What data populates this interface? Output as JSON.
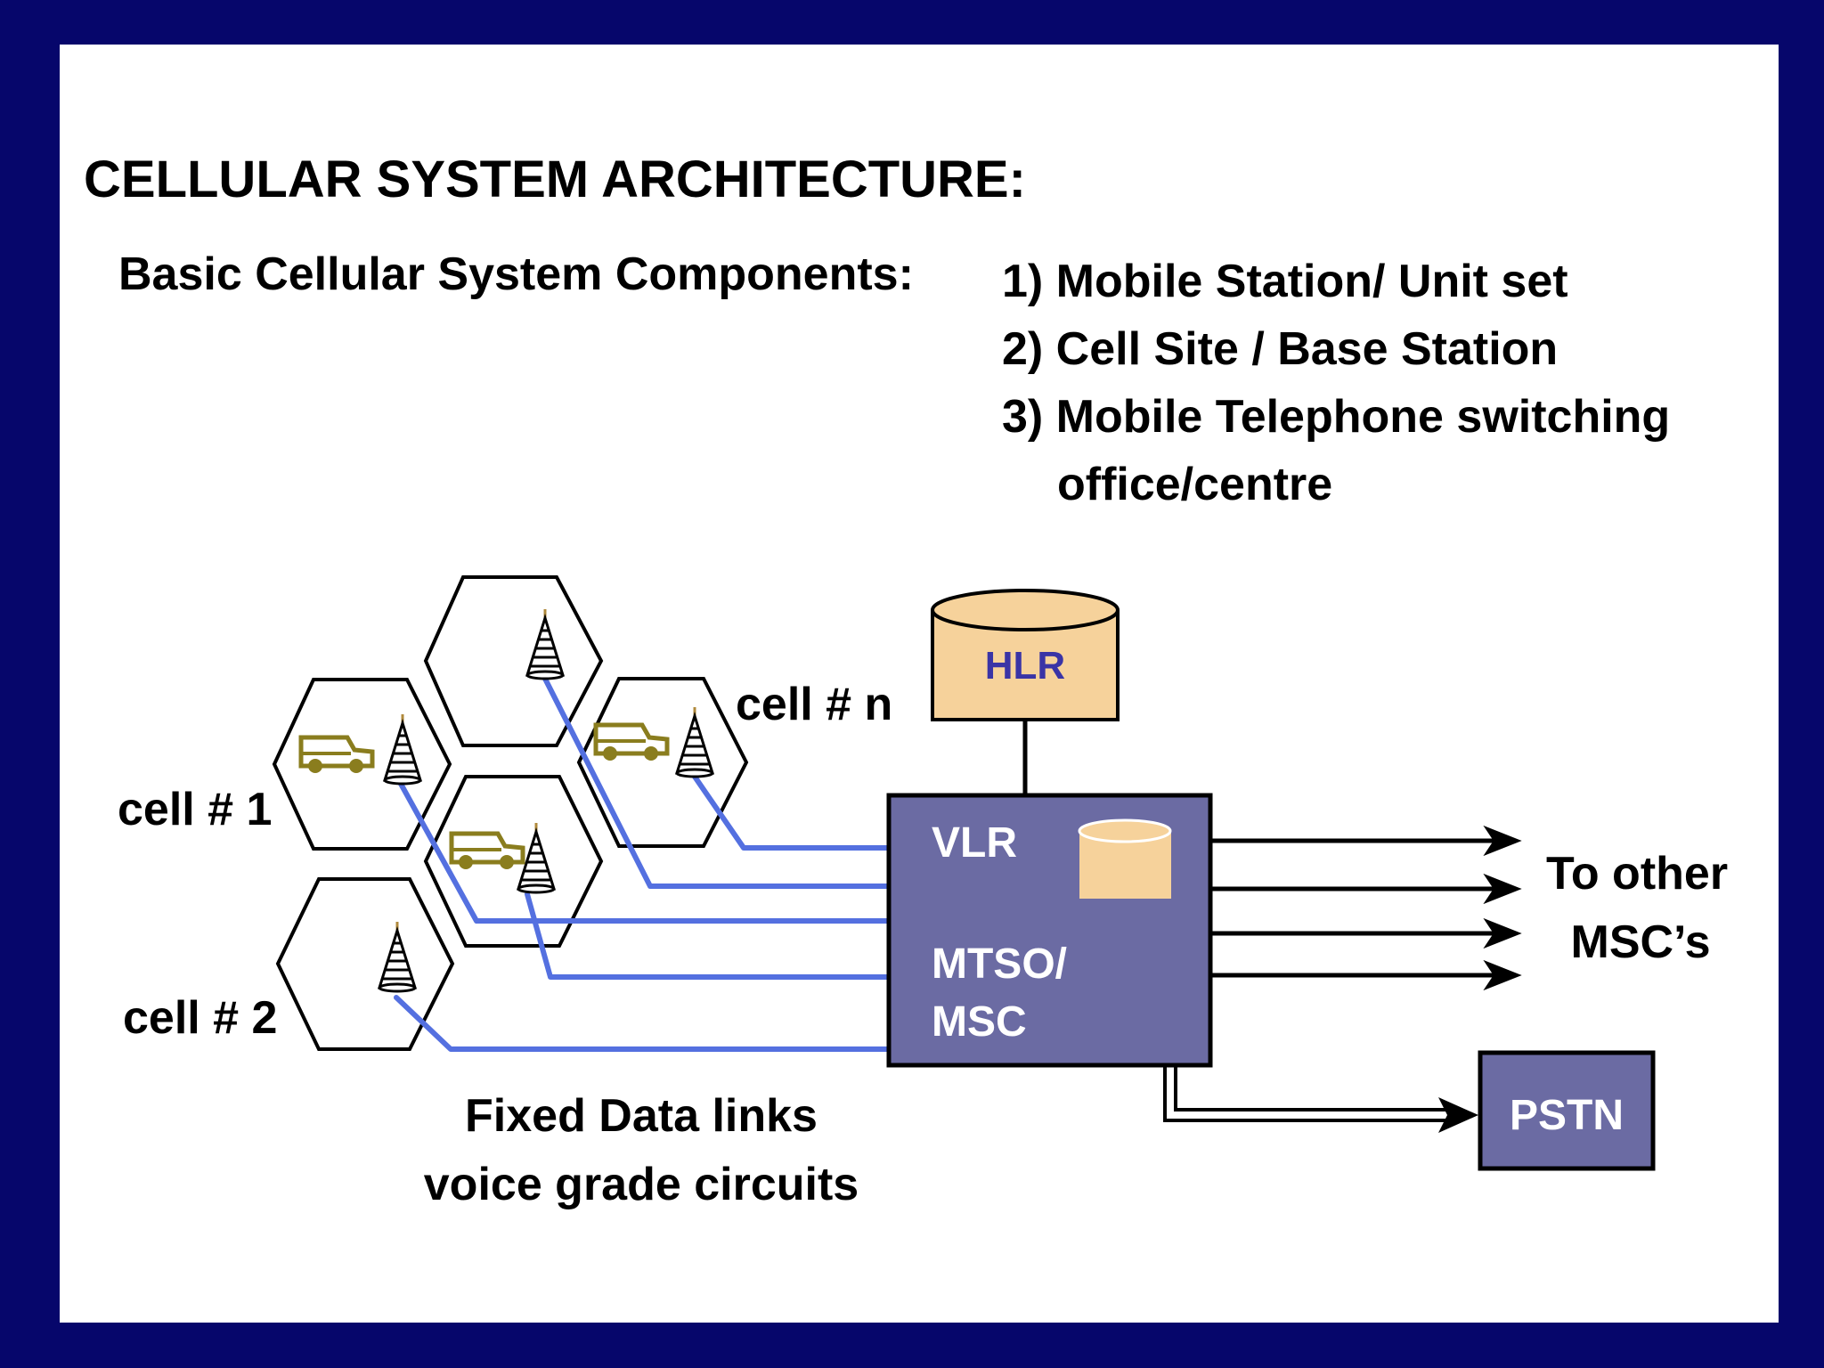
{
  "title": "CELLULAR SYSTEM ARCHITECTURE:",
  "components": {
    "label": "Basic Cellular System Components:",
    "items": [
      {
        "line1": "1) Mobile Station/ Unit set",
        "line2": ""
      },
      {
        "line1": "2) Cell Site / Base Station",
        "line2": ""
      },
      {
        "line1": "3) Mobile Telephone switching",
        "line2": "office/centre"
      }
    ]
  },
  "diagram": {
    "cell_labels": [
      "cell # 1",
      "cell # 2",
      "cell # n"
    ],
    "hlr_label": "HLR",
    "vlr_label": "VLR",
    "msc_label_line1": "MTSO/",
    "msc_label_line2": "MSC",
    "other_msc_line1": "To other",
    "other_msc_line2": "MSC’s",
    "pstn_label": "PSTN",
    "links_line1": "Fixed Data links",
    "links_line2": "voice grade circuits"
  },
  "colors": {
    "background": "#06066b",
    "msc_box": "#6b6ba3",
    "database": "#f6d29b",
    "link_line": "#5470e0",
    "vehicle": "#8a7d1e",
    "hlr_text": "#3a34a6"
  }
}
